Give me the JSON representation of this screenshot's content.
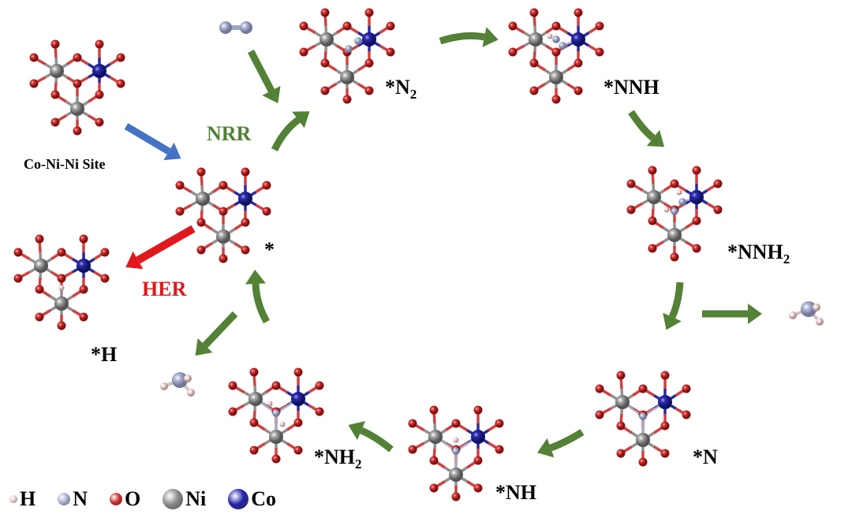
{
  "labels": {
    "site": "Co-Ni-Ni Site",
    "nrr": "NRR",
    "her": "HER",
    "star": "*",
    "h": "*H",
    "n2": "*N",
    "n2_sub": "2",
    "nnh": "*NNH",
    "nnh2": "*NNH",
    "nnh2_sub": "2",
    "n": "*N",
    "nh": "*NH",
    "nh2": "*NH",
    "nh2_sub": "2"
  },
  "legend": [
    {
      "symbol": "H",
      "color": "#e8c8c8"
    },
    {
      "symbol": "N",
      "color": "#aab0d0"
    },
    {
      "symbol": "O",
      "color": "#d42a2a"
    },
    {
      "symbol": "Ni",
      "color": "#8a8a8a"
    },
    {
      "symbol": "Co",
      "color": "#2222a8"
    }
  ],
  "colors": {
    "nrr_arrow": "#538135",
    "her_arrow": "#e0181b",
    "site_arrow": "#4472c4"
  }
}
